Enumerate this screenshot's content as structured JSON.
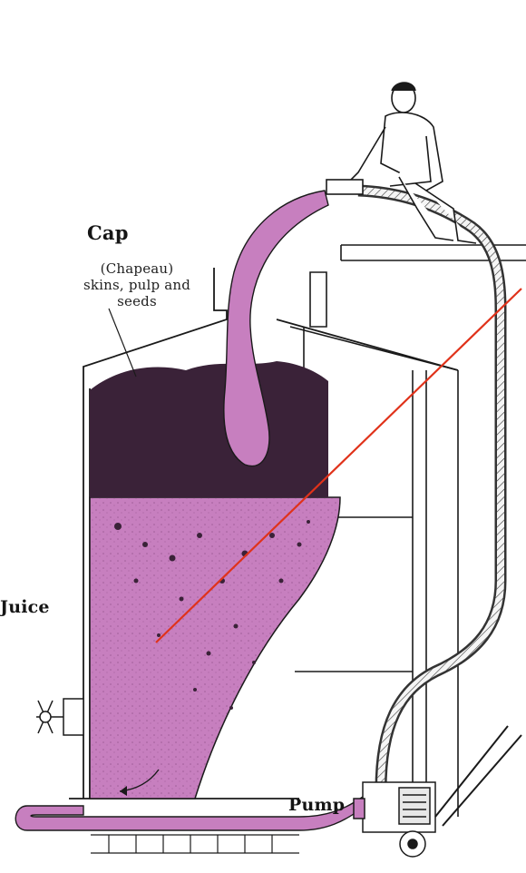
{
  "labels": {
    "cap_title": "Cap",
    "cap_description": "(Chapeau) skins, pulp and seeds",
    "juice": "Juice",
    "pump": "Pump"
  },
  "colors": {
    "wine": "#c77fbf",
    "wine_dark": "#9c5a97",
    "must": "#3a2238",
    "ink": "#1a1a1a",
    "annotation": "#e0321a"
  },
  "icons": {
    "worker": "person-icon",
    "pump": "pump-icon",
    "valve": "valve-icon"
  }
}
